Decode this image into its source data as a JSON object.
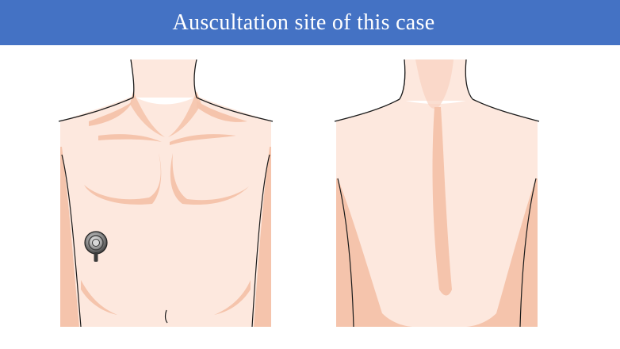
{
  "header": {
    "title": "Auscultation site of this case"
  },
  "figures": {
    "front": {
      "view": "anterior"
    },
    "back": {
      "view": "posterior"
    }
  },
  "stethoscope": {
    "icon": "stethoscope-chestpiece-icon",
    "view": "anterior",
    "site": "right lateral lower chest"
  },
  "colors": {
    "title_bar": "#4472c4",
    "title_text": "#ffffff",
    "skin": "#fde8de",
    "skin_shadow": "#f5c4ac",
    "outline": "#1a1a1a"
  }
}
